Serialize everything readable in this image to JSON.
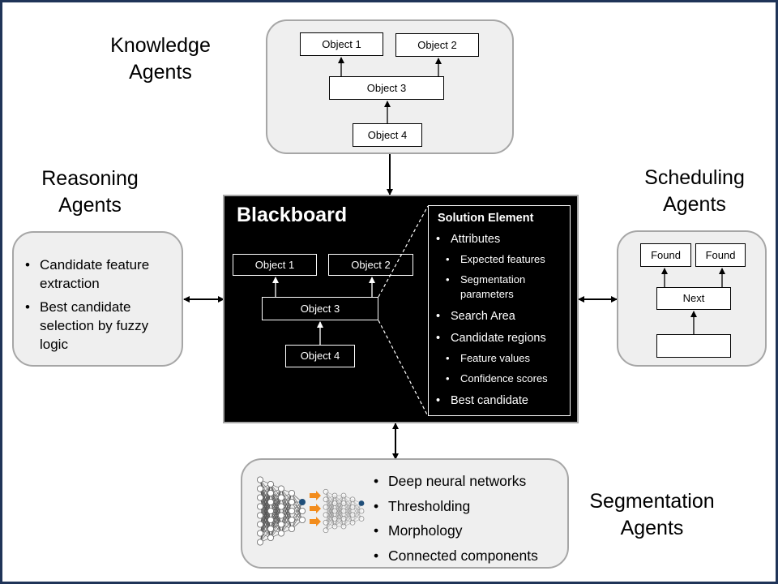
{
  "knowledge": {
    "title_line1": "Knowledge",
    "title_line2": "Agents",
    "objects": [
      "Object 1",
      "Object 2",
      "Object 3",
      "Object 4"
    ]
  },
  "reasoning": {
    "title_line1": "Reasoning",
    "title_line2": "Agents",
    "items": [
      {
        "line1": "Candidate feature",
        "line2": "extraction"
      },
      {
        "line1": "Best candidate",
        "line2": "selection by fuzzy",
        "line3": "logic"
      }
    ]
  },
  "scheduling": {
    "title_line1": "Scheduling",
    "title_line2": "Agents",
    "found_1": "Found",
    "found_2": "Found",
    "next": "Next"
  },
  "blackboard": {
    "title": "Blackboard",
    "objects": [
      "Object 1",
      "Object 2",
      "Object 3",
      "Object 4"
    ],
    "solution": {
      "heading": "Solution Element",
      "attributes": "Attributes",
      "expected_features": "Expected features",
      "segmentation_parameters_1": "Segmentation",
      "segmentation_parameters_2": "parameters",
      "search_area": "Search Area",
      "candidate_regions": "Candidate regions",
      "feature_values": "Feature values",
      "confidence_scores": "Confidence scores",
      "best_candidate": "Best candidate"
    }
  },
  "segmentation": {
    "title_line1": "Segmentation",
    "title_line2": "Agents",
    "items": [
      "Deep neural networks",
      "Thresholding",
      "Morphology",
      "Connected components"
    ]
  },
  "colors": {
    "frame": "#1f3458",
    "panel_fill": "#efefef",
    "panel_border": "#a6a6a6",
    "blackboard": "#000000",
    "nn_output_node": "#1f4e79",
    "nn_arrow": "#f28c1c"
  }
}
